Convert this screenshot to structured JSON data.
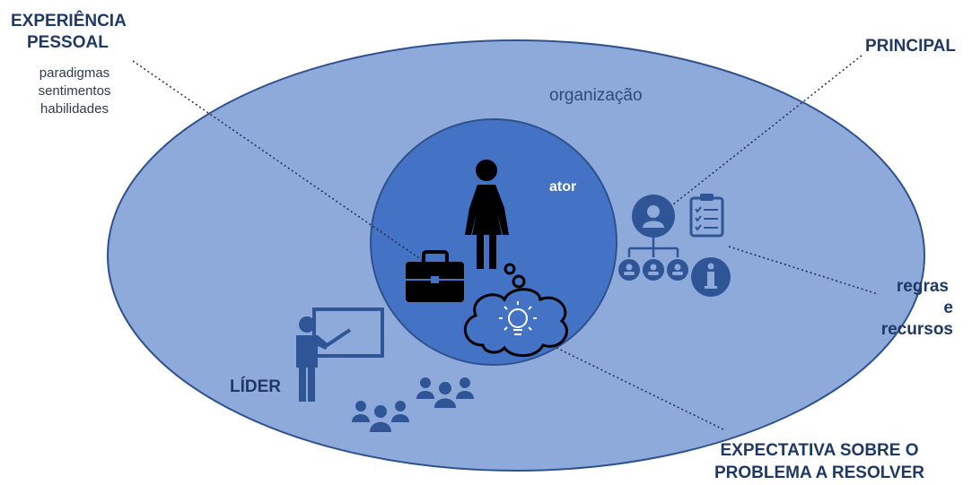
{
  "labels": {
    "experiencia_line1": "EXPERIÊNCIA",
    "experiencia_line2": "PESSOAL",
    "experiencia_items": [
      "paradigmas",
      "sentimentos",
      "habilidades"
    ],
    "principal": "PRINCIPAL",
    "organizacao": "organização",
    "ator": "ator",
    "regras_line1": "regras",
    "regras_line2": "e recursos",
    "lider": "LÍDER",
    "expectativa_line1": "EXPECTATIVA SOBRE O",
    "expectativa_line2": "PROBLEMA A RESOLVER"
  },
  "colors": {
    "outer_ellipse": "#8eaadb",
    "outer_border": "#2f528f",
    "inner_circle": "#4472c4",
    "icon_dark": "#000000",
    "icon_blue": "#2f5597",
    "label_text": "#1f3864"
  },
  "icons": [
    "woman-icon",
    "briefcase-icon",
    "thought-cloud-icon",
    "lightbulb-icon",
    "org-chart-icon",
    "clipboard-icon",
    "info-icon",
    "teacher-icon",
    "group-icon"
  ]
}
